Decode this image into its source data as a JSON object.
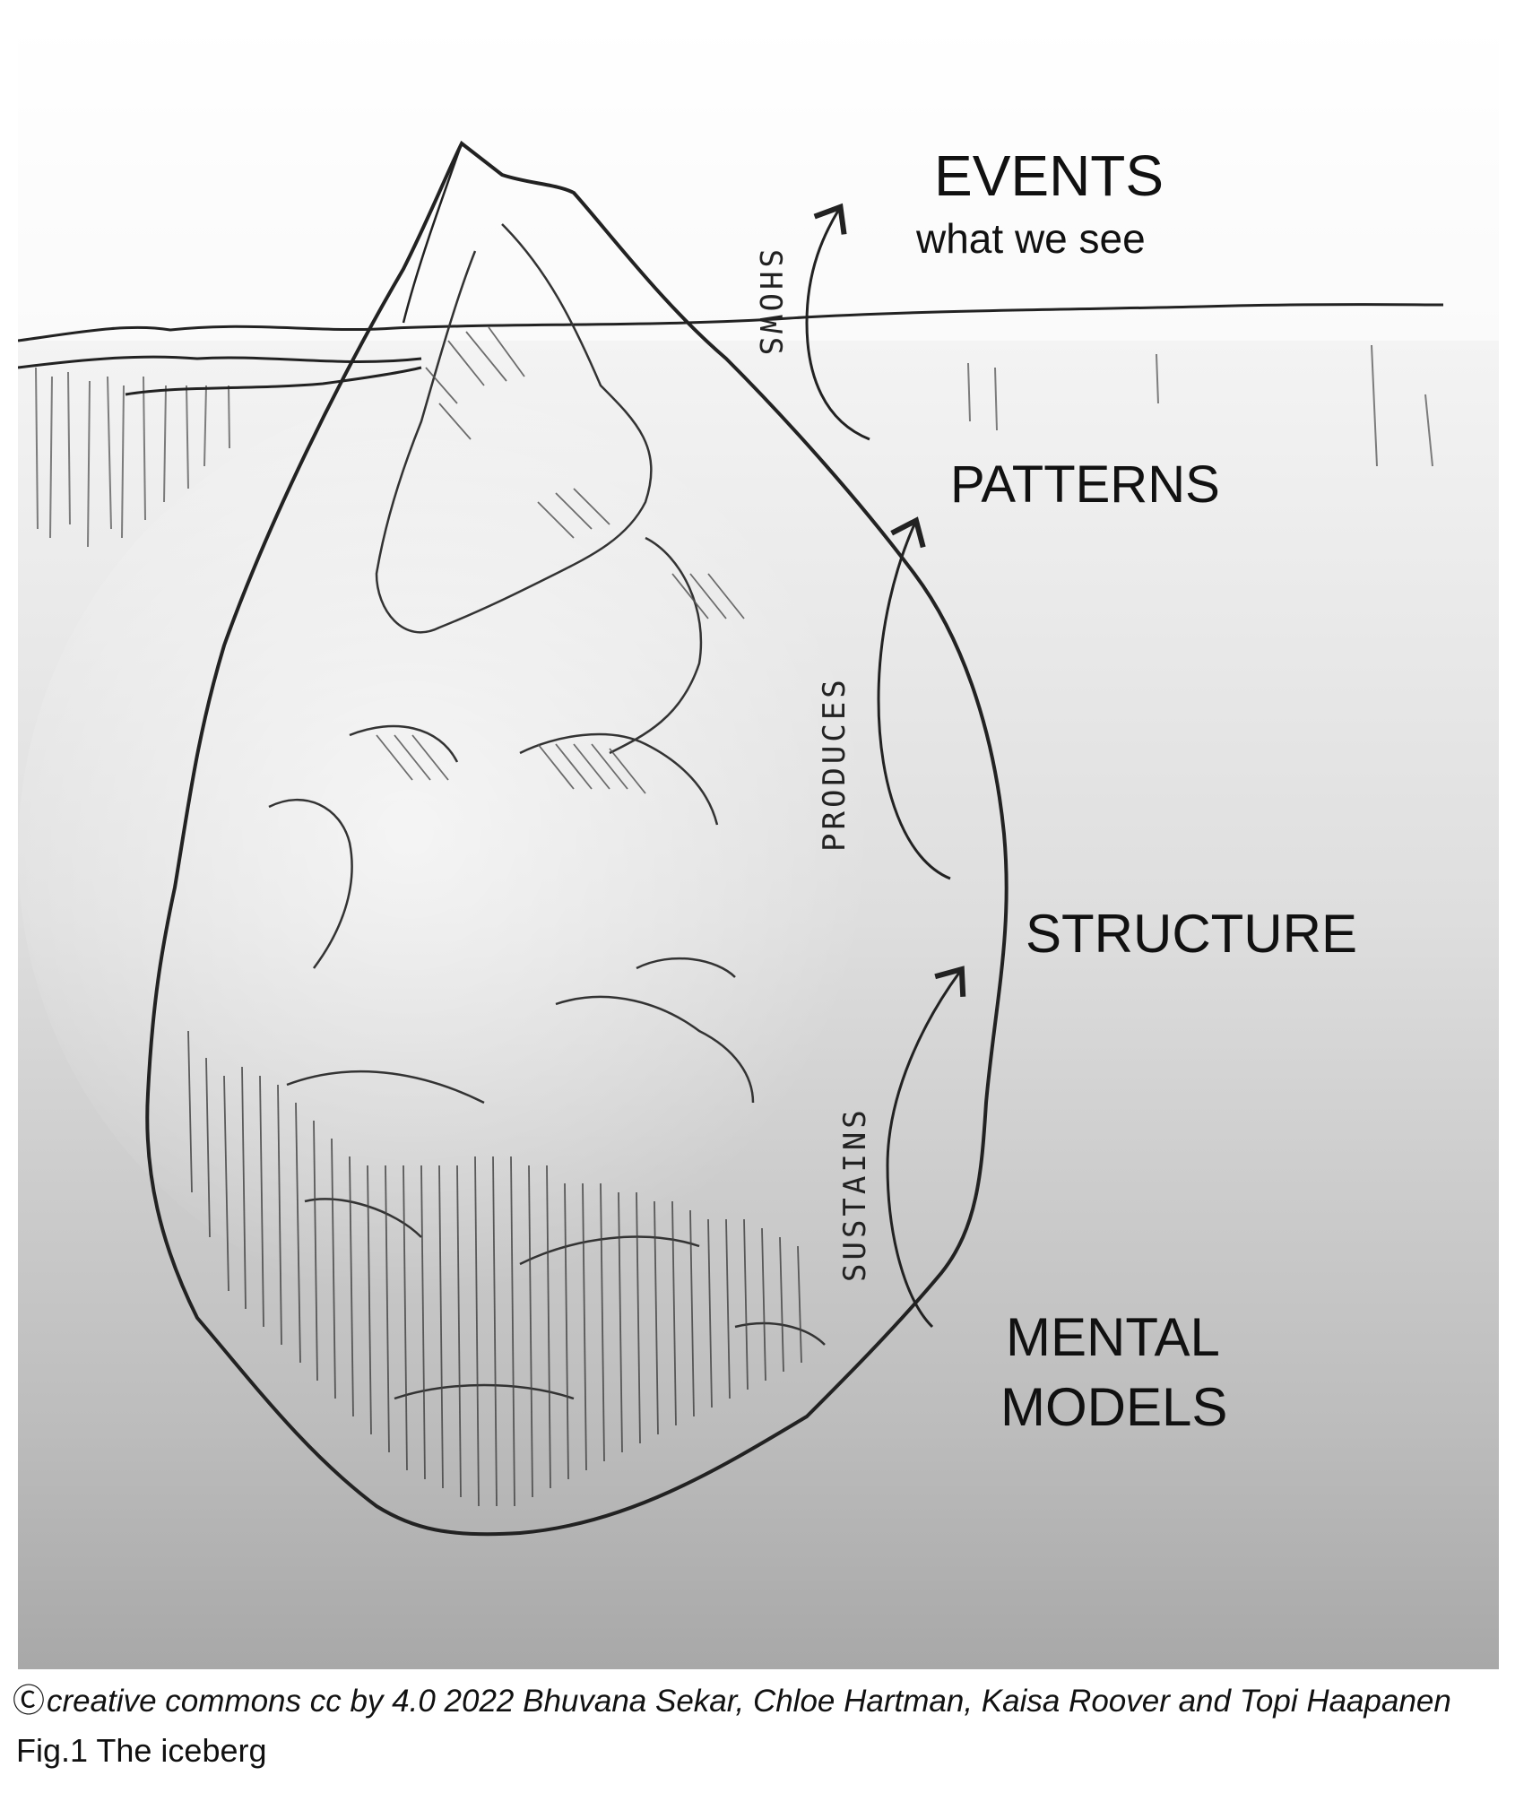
{
  "levels": {
    "events": {
      "title": "EVENTS",
      "subtitle": "what we see"
    },
    "patterns": {
      "title": "PATTERNS"
    },
    "structure": {
      "title": "STRUCTURE"
    },
    "mental_models": {
      "line1": "MENTAL",
      "line2": "MODELS"
    }
  },
  "arrows": {
    "shows": "SHOWS",
    "produces": "PRODUCES",
    "sustains": "SUSTAINS"
  },
  "caption": {
    "credit_symbol": "Ⓒ",
    "credit": "creative commons cc by 4.0 2022 Bhuvana Sekar, Chloe Hartman, Kaisa Roover and Topi Haapanen",
    "title": "Fig.1 The iceberg"
  },
  "colors": {
    "paper_top": "#ffffff",
    "paper_bottom": "#a9a9a9",
    "ink": "#222222",
    "hatch": "#555555"
  }
}
